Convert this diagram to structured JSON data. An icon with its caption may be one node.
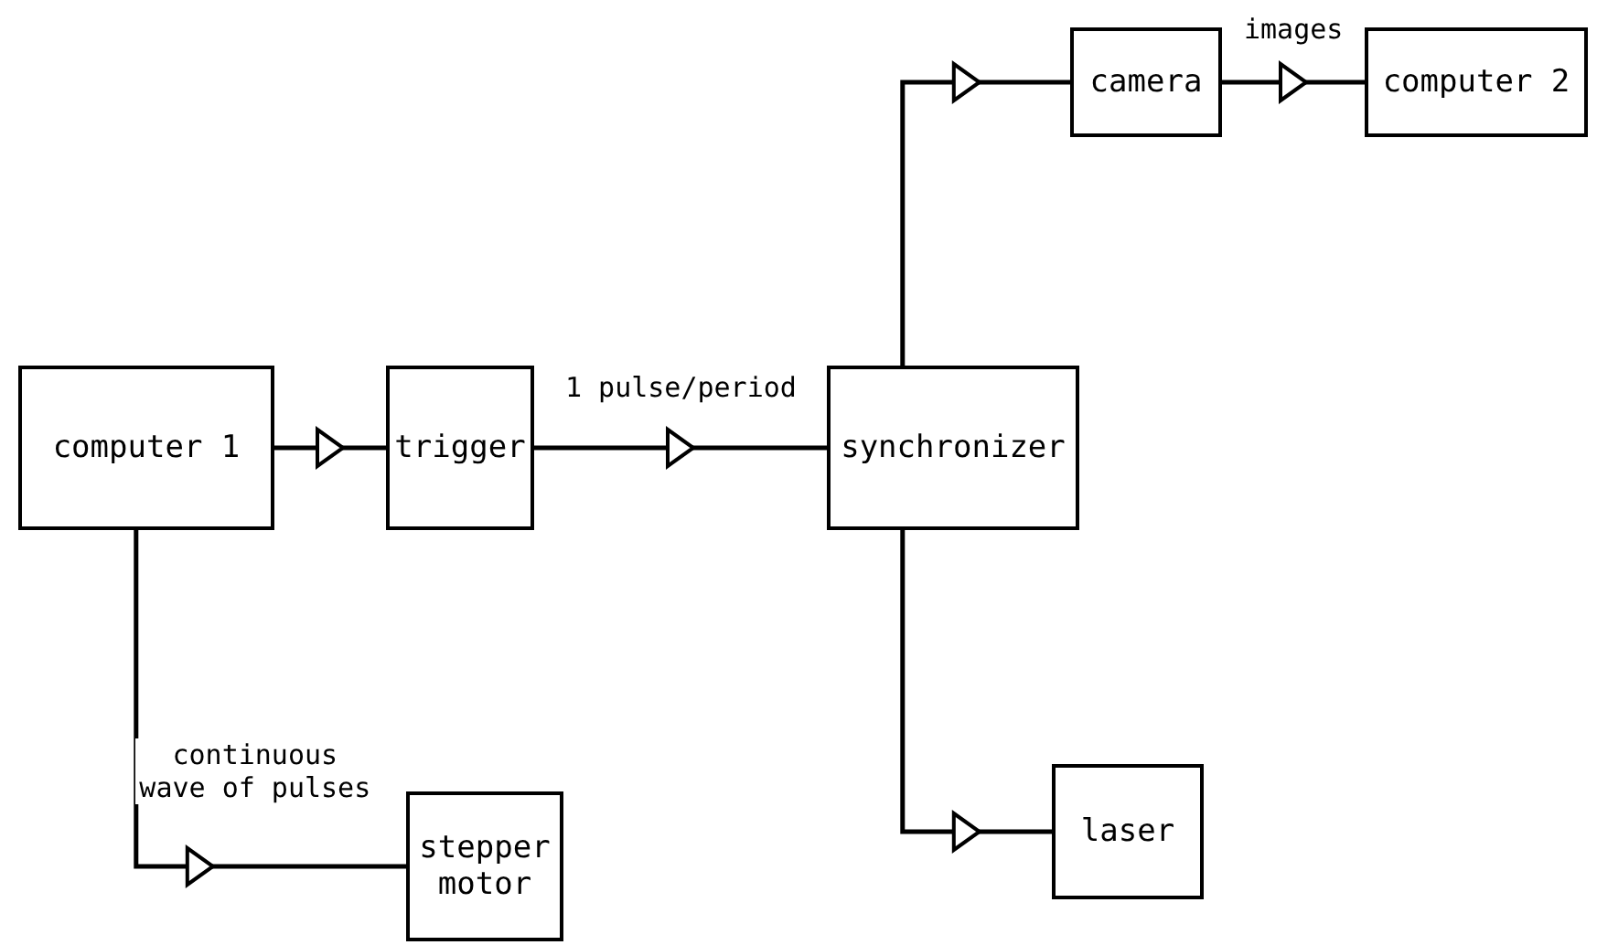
{
  "diagram": {
    "nodes": [
      {
        "text": [
          "computer 1"
        ]
      },
      {
        "text": [
          "trigger"
        ]
      },
      {
        "text": [
          "synchronizer"
        ]
      },
      {
        "text": [
          "camera"
        ]
      },
      {
        "text": [
          "computer 2"
        ]
      },
      {
        "text": [
          "laser"
        ]
      },
      {
        "text": [
          "stepper motor"
        ]
      }
    ],
    "edges": [
      {
        "from": 0,
        "to": 1,
        "arrow": "to"
      },
      {
        "from": 1,
        "to": 2,
        "arrow": "to",
        "label": "1 pulse/period"
      },
      {
        "from": 2,
        "to": 3,
        "arrow": "to"
      },
      {
        "from": 3,
        "to": 4,
        "arrow": "to",
        "label": "images"
      },
      {
        "from": 2,
        "to": 5,
        "arrow": "to"
      },
      {
        "from": 0,
        "to": 6,
        "arrow": "to",
        "label": "continuous wave of pulses"
      }
    ]
  }
}
